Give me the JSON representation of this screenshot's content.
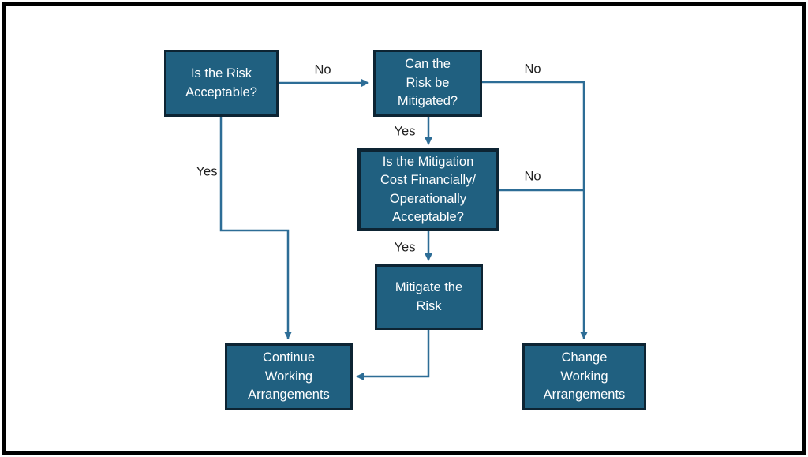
{
  "diagram": {
    "type": "flowchart",
    "colors": {
      "background": "#ffffff",
      "frame": "#000000",
      "node_fill": "#206080",
      "node_border": "#0d2433",
      "node_text": "#ffffff",
      "connector": "#2d6d96",
      "label_text": "#1f1f1f"
    },
    "nodes": [
      {
        "id": "risk-acceptable",
        "label": "Is the Risk\nAcceptable?"
      },
      {
        "id": "can-risk-be-mitigated",
        "label": "Can the\nRisk be\nMitigated?"
      },
      {
        "id": "mitigation-cost-acceptable",
        "label": "Is the Mitigation\nCost Financially/\nOperationally\nAcceptable?"
      },
      {
        "id": "mitigate-the-risk",
        "label": "Mitigate the\nRisk"
      },
      {
        "id": "continue-working-arrangements",
        "label": "Continue\nWorking\nArrangements"
      },
      {
        "id": "change-working-arrangements",
        "label": "Change\nWorking\nArrangements"
      }
    ],
    "edge_labels": [
      {
        "id": "no-acceptable-to-mitigated",
        "text": "No"
      },
      {
        "id": "no-mitigated-to-change",
        "text": "No"
      },
      {
        "id": "yes-mitigated-to-cost",
        "text": "Yes"
      },
      {
        "id": "yes-acceptable-to-continue",
        "text": "Yes"
      },
      {
        "id": "no-cost-to-change",
        "text": "No"
      },
      {
        "id": "yes-cost-to-mitigate",
        "text": "Yes"
      }
    ],
    "edges": [
      {
        "from": "risk-acceptable",
        "to": "can-risk-be-mitigated",
        "label": "No"
      },
      {
        "from": "risk-acceptable",
        "to": "continue-working-arrangements",
        "label": "Yes"
      },
      {
        "from": "can-risk-be-mitigated",
        "to": "mitigation-cost-acceptable",
        "label": "Yes"
      },
      {
        "from": "can-risk-be-mitigated",
        "to": "change-working-arrangements",
        "label": "No"
      },
      {
        "from": "mitigation-cost-acceptable",
        "to": "mitigate-the-risk",
        "label": "Yes"
      },
      {
        "from": "mitigation-cost-acceptable",
        "to": "change-working-arrangements",
        "label": "No"
      },
      {
        "from": "mitigate-the-risk",
        "to": "continue-working-arrangements",
        "label": ""
      }
    ]
  }
}
